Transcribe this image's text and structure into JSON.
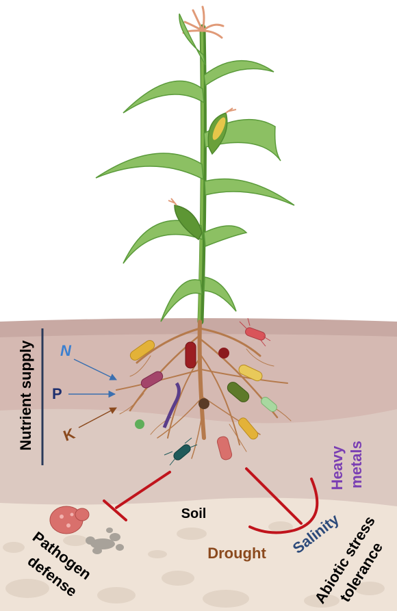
{
  "labels": {
    "nutrient_supply": "Nutrient supply",
    "n": "N",
    "p": "P",
    "k": "K",
    "soil": "Soil",
    "heavy": "Heavy",
    "metals": "metals",
    "salinity": "Salinity",
    "drought": "Drought",
    "pathogen": "Pathogen",
    "defense": "defense",
    "abiotic": "Abiotic stress",
    "tolerance": "tolerance"
  },
  "colors": {
    "n": "#3a7fd0",
    "p": "#1e2f6e",
    "k": "#8b4a1e",
    "inhibit": "#c0141c",
    "heavy_metals": "#7a3fb3",
    "salinity": "#2c4a7a",
    "drought": "#8b4a1e",
    "text": "#000000"
  },
  "icons": {
    "plant": "maize-plant-icon",
    "roots": "root-system-icon",
    "microbes": "bacteria-icon",
    "pathogen": "fungal-pathogen-icon"
  }
}
